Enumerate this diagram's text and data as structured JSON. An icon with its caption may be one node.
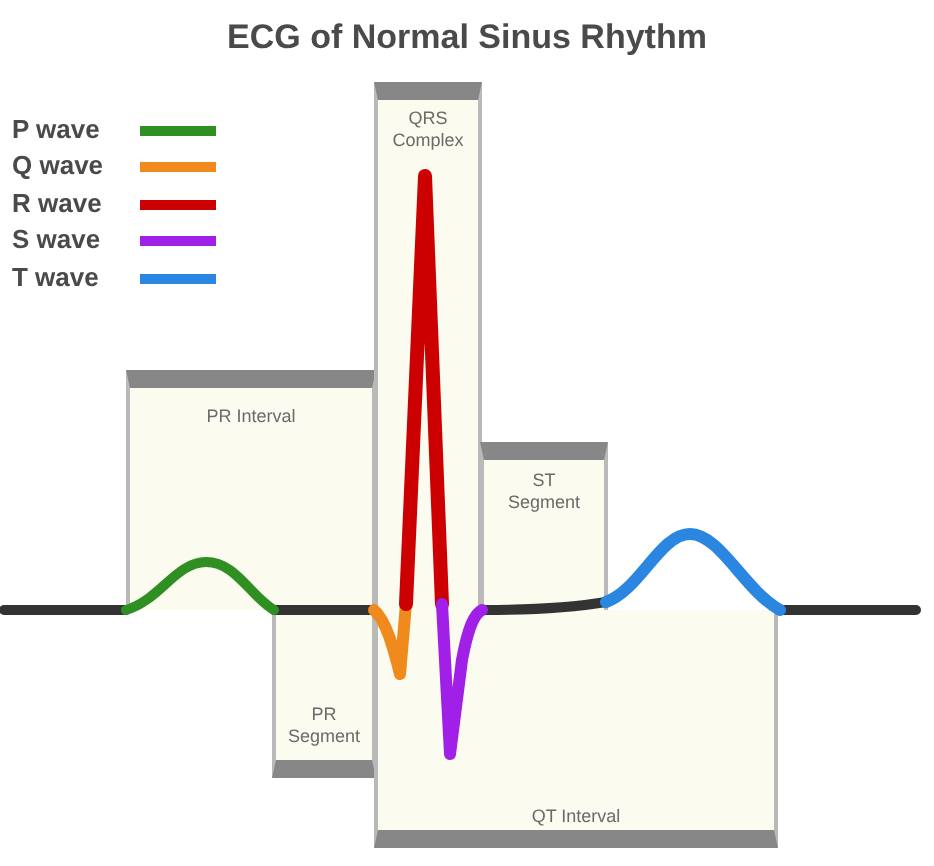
{
  "diagram": {
    "title": "ECG of Normal Sinus Rhythm",
    "nodes": [
      {
        "text": [
          "PR Interval"
        ]
      },
      {
        "text": [
          "QRS Complex"
        ]
      },
      {
        "text": [
          "ST Segment"
        ]
      },
      {
        "text": [
          "PR Segment"
        ]
      },
      {
        "text": [
          "QT Interval"
        ]
      }
    ],
    "legend": [
      {
        "text": "P wave",
        "color": "#2f8f23"
      },
      {
        "text": "Q wave",
        "color": "#f08a1c"
      },
      {
        "text": "R wave",
        "color": "#cc0000"
      },
      {
        "text": "S wave",
        "color": "#a020e8"
      },
      {
        "text": "T wave",
        "color": "#2a86e0"
      }
    ]
  }
}
